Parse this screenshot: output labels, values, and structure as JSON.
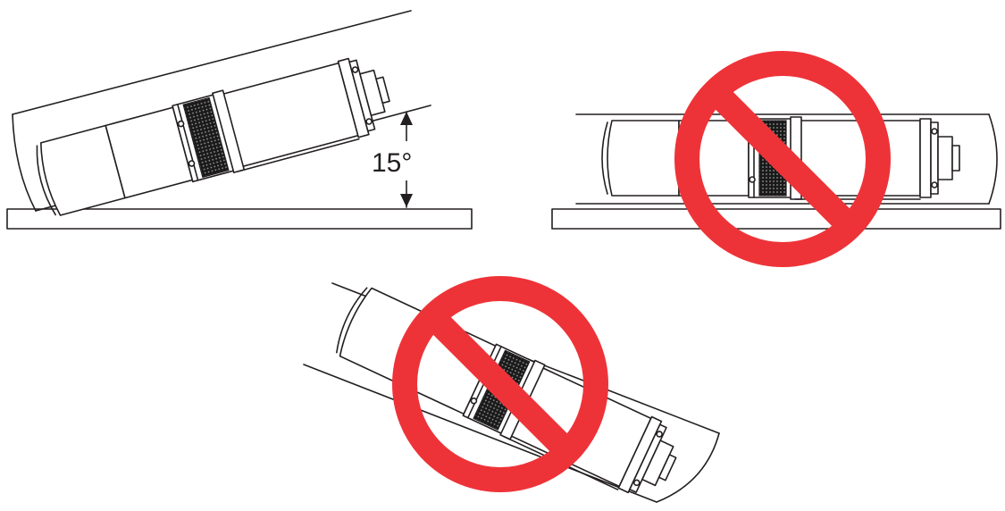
{
  "diagram": {
    "angle_label": "15°",
    "colors": {
      "line": "#231f20",
      "prohibited": "#ee3338",
      "mesh": "#1a1a1a",
      "background": "#ffffff"
    },
    "panels": [
      {
        "id": "correct-tilt",
        "tilt_degrees": 15,
        "prohibited": false
      },
      {
        "id": "horizontal",
        "tilt_degrees": 0,
        "prohibited": true
      },
      {
        "id": "excessive-tilt",
        "tilt_degrees": -25,
        "prohibited": true
      }
    ],
    "icons": [
      "prohibited-icon"
    ]
  }
}
